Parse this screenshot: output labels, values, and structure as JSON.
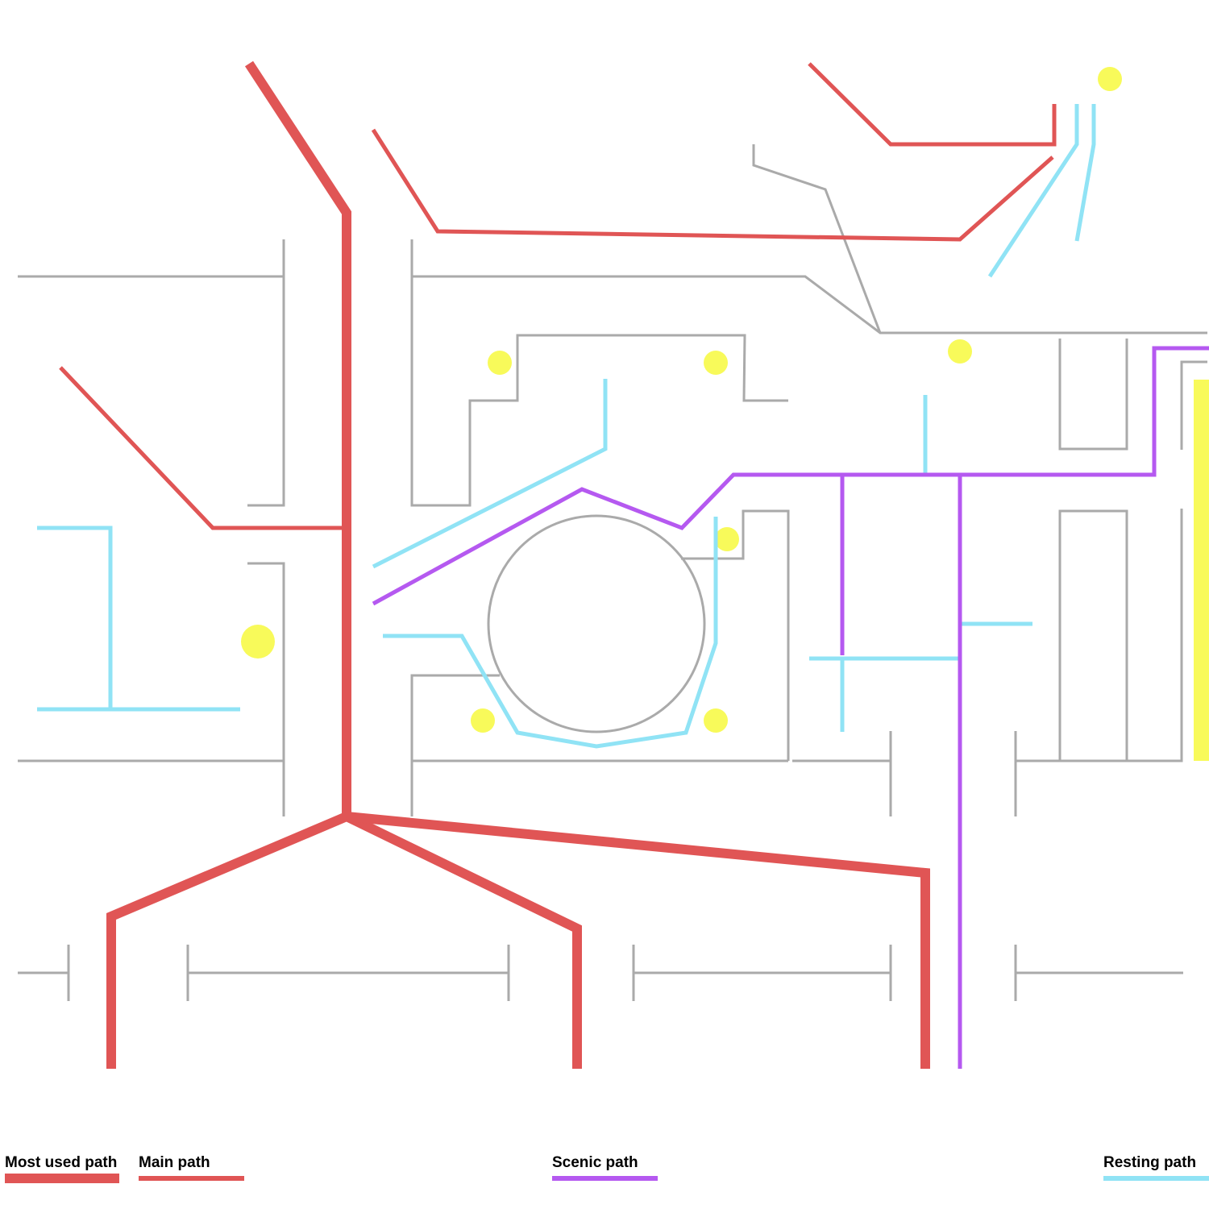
{
  "colors": {
    "most_used": "#e05555",
    "main": "#e05555",
    "scenic": "#b559f0",
    "resting": "#90e3f5",
    "structure": "#aaaaaa",
    "spot": "#f8fa5a",
    "background": "#ffffff"
  },
  "legend": {
    "most_used": "Most used path",
    "main": "Main path",
    "scenic": "Scenic path",
    "resting": "Resting path"
  }
}
